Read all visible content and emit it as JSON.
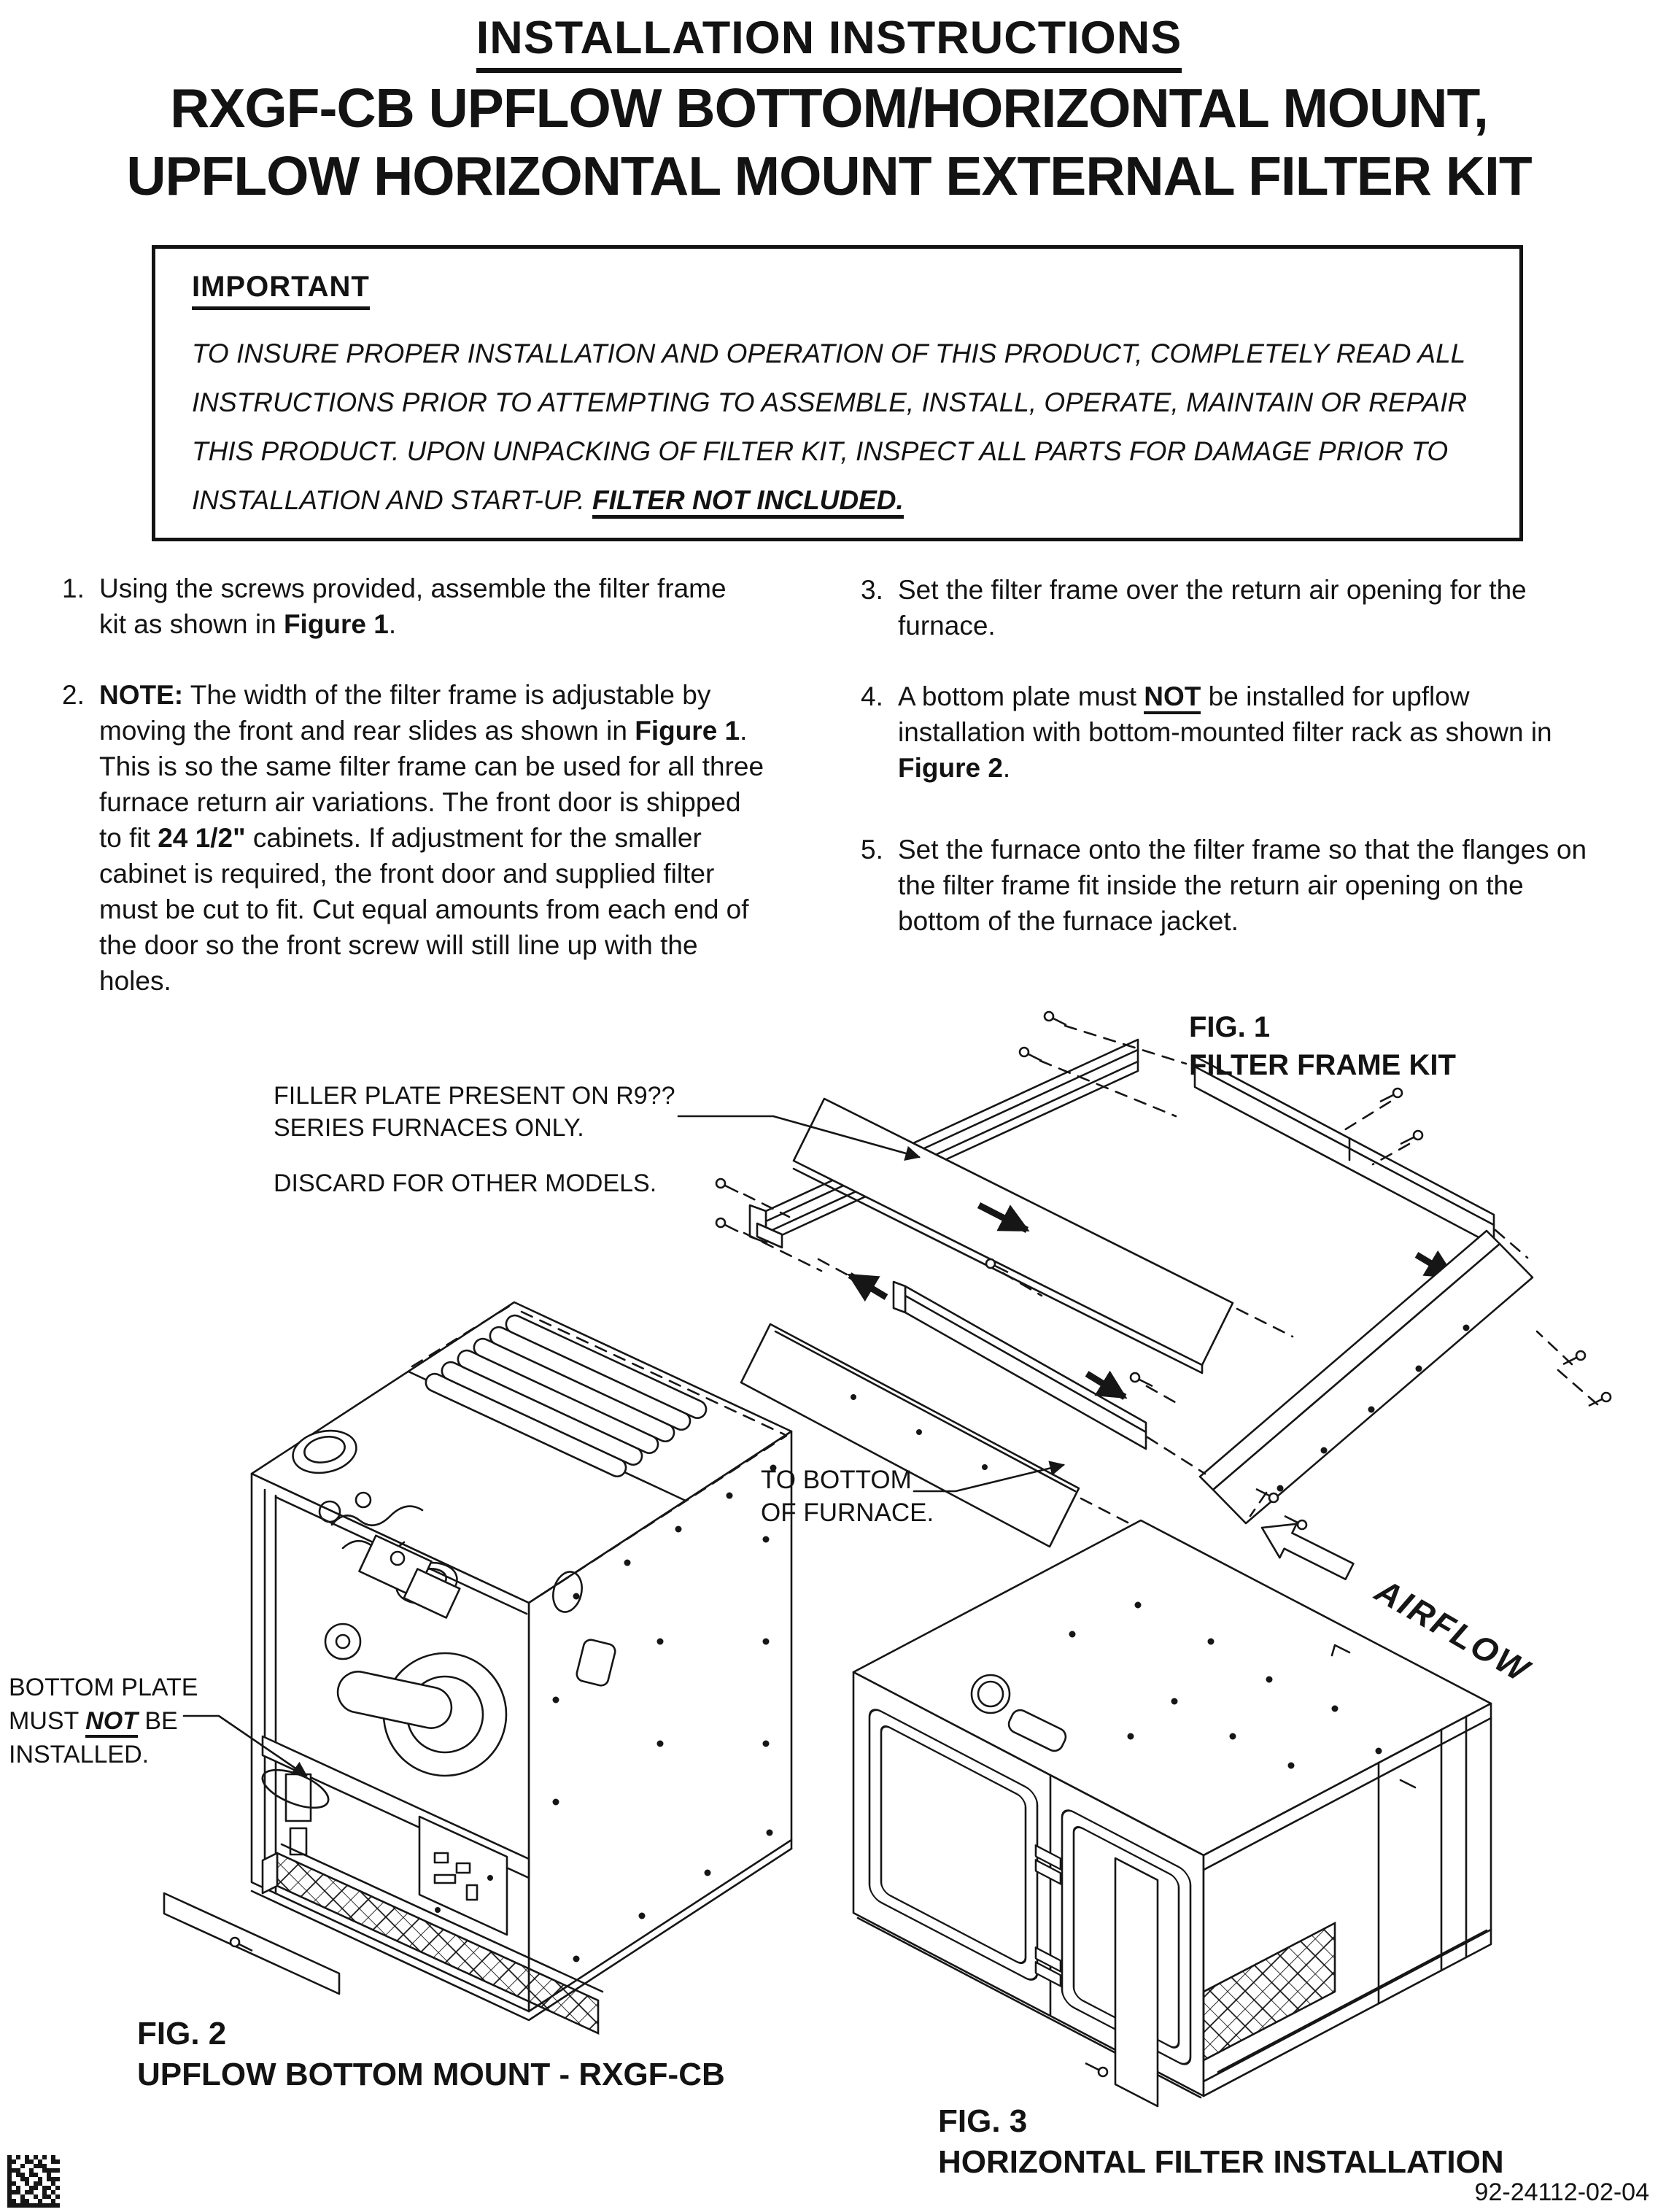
{
  "header": {
    "title": "INSTALLATION INSTRUCTIONS",
    "subtitle_line1": "RXGF-CB UPFLOW BOTTOM/HORIZONTAL MOUNT,",
    "subtitle_line2": "UPFLOW HORIZONTAL MOUNT EXTERNAL FILTER KIT"
  },
  "important": {
    "heading": "IMPORTANT",
    "body": "TO INSURE PROPER INSTALLATION AND OPERATION OF THIS PRODUCT, COMPLETELY READ ALL INSTRUCTIONS PRIOR TO ATTEMPTING TO ASSEMBLE, INSTALL, OPERATE, MAINTAIN OR REPAIR THIS PRODUCT. UPON UNPACKING OF FILTER KIT, INSPECT ALL PARTS FOR DAMAGE PRIOR TO INSTALLATION AND START-UP. ",
    "emphasis": "FILTER NOT INCLUDED."
  },
  "steps": {
    "s1": {
      "num": "1.",
      "t1": "Using the screws provided, assemble the filter frame kit as shown in ",
      "b1": "Figure 1",
      "t2": "."
    },
    "s2": {
      "num": "2.",
      "b1": "NOTE:",
      "t1": " The width of the filter frame is adjustable by moving the front and rear slides as shown in ",
      "b2": "Figure 1",
      "t2": ". This is so the same filter frame can be used for all three furnace return air variations. The front door is shipped to fit ",
      "b3": "24 1/2\"",
      "t3": " cabinets. If adjustment for the smaller cabinet is required, the front door and supplied filter must be cut to fit. Cut equal amounts from each end of the door so the front screw will still line up with the holes."
    },
    "s3": {
      "num": "3.",
      "t1": "Set the filter frame over the return air opening for the furnace."
    },
    "s4": {
      "num": "4.",
      "t1": "A bottom plate must ",
      "b1": "NOT",
      "t2": " be installed for upflow installation with bottom-mounted filter rack as shown in ",
      "b2": "Figure 2",
      "t3": "."
    },
    "s5": {
      "num": "5.",
      "t1": "Set the furnace onto the filter frame so that the flanges on the filter frame fit inside the return air opening on the bottom of the furnace jacket."
    }
  },
  "callouts": {
    "filler_line1": "FILLER PLATE PRESENT ON R9??",
    "filler_line2": "SERIES FURNACES ONLY.",
    "filler_line3": "DISCARD FOR OTHER MODELS.",
    "to_bottom_line1": "TO BOTTOM",
    "to_bottom_line2": "OF FURNACE.",
    "bottom_plate_line1": "BOTTOM PLATE",
    "bottom_plate_pre": "MUST ",
    "bottom_plate_not": "NOT",
    "bottom_plate_post": " BE",
    "bottom_plate_line3": "INSTALLED.",
    "airflow": "AIRFLOW"
  },
  "figures": {
    "fig1_label": "FIG. 1",
    "fig1_caption": "FILTER FRAME KIT",
    "fig2_label": "FIG. 2",
    "fig2_caption": "UPFLOW BOTTOM MOUNT - RXGF-CB",
    "fig3_label": "FIG. 3",
    "fig3_caption": "HORIZONTAL FILTER INSTALLATION"
  },
  "footer": {
    "doc_number": "92-24112-02-04"
  }
}
